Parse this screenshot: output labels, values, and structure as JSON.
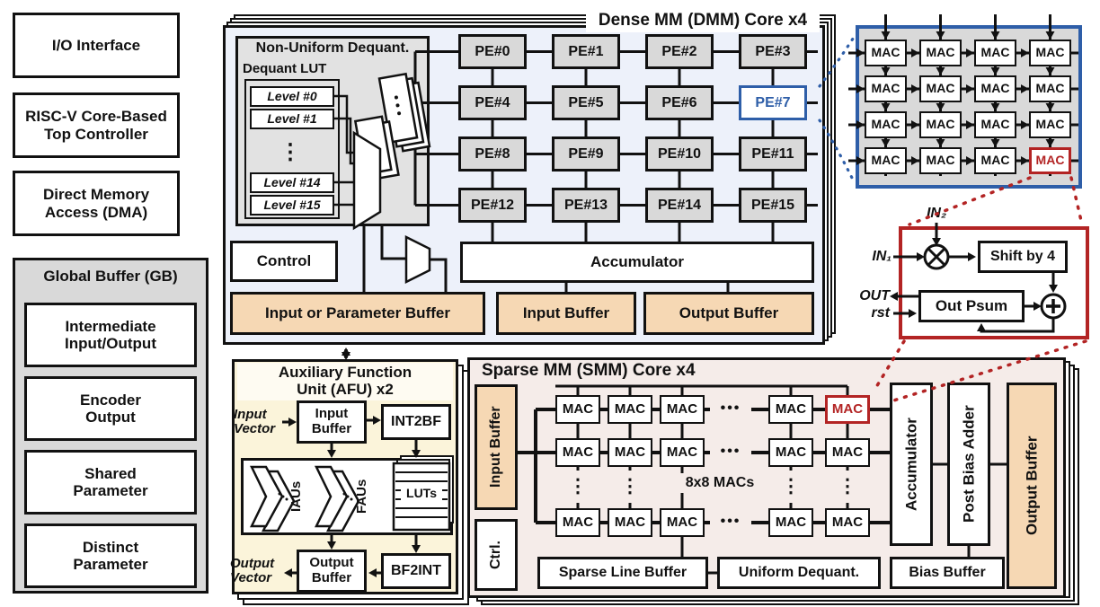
{
  "colors": {
    "accent_blue": "#2e5ea8",
    "accent_red": "#b32424",
    "buffer_orange": "#f6d8b4",
    "block_gray": "#d9d9d9",
    "dmm_bg": "#edf1fa",
    "afu_bg": "#fbf4da",
    "smm_bg": "#f5ece9",
    "line_black": "#111111"
  },
  "left_panel": {
    "io_interface": "I/O Interface",
    "riscv": "RISC-V Core-Based\nTop Controller",
    "dma": "Direct Memory\nAccess (DMA)",
    "global_buffer": {
      "title": "Global Buffer (GB)",
      "items": [
        "Intermediate\nInput/Output",
        "Encoder\nOutput",
        "Shared\nParameter",
        "Distinct\nParameter"
      ]
    }
  },
  "dmm_core": {
    "title": "Dense MM (DMM) Core x4",
    "non_uniform_dequant": {
      "title": "Non-Uniform Dequant.",
      "lut_title": "Dequant LUT",
      "levels": [
        "Level #0",
        "Level #1",
        "Level #14",
        "Level #15"
      ],
      "v_ellipsis": "⋮"
    },
    "pe_labels": [
      "PE#0",
      "PE#1",
      "PE#2",
      "PE#3",
      "PE#4",
      "PE#5",
      "PE#6",
      "PE#7",
      "PE#8",
      "PE#9",
      "PE#10",
      "PE#11",
      "PE#12",
      "PE#13",
      "PE#14",
      "PE#15"
    ],
    "highlighted_pe": "PE#7",
    "control": "Control",
    "accumulator": "Accumulator",
    "input_or_parameter_buffer": "Input or Parameter Buffer",
    "input_buffer": "Input Buffer",
    "output_buffer": "Output Buffer"
  },
  "mac_array": {
    "cell": "MAC",
    "rows": 4,
    "cols": 4,
    "highlighted": "bottom-right MAC"
  },
  "mac_detail": {
    "in1": "IN₁",
    "in2": "IN₂",
    "out": "OUT",
    "rst": "rst",
    "shift": "Shift by 4",
    "psum": "Out Psum"
  },
  "afu": {
    "title": "Auxiliary Function\nUnit (AFU) x2",
    "input_vector": "Input\nVector",
    "input_buffer": "Input\nBuffer",
    "int2bf": "INT2BF",
    "iaus": "IAUs",
    "faus": "FAUs",
    "luts": "LUTs",
    "bf2int": "BF2INT",
    "output_buffer": "Output\nBuffer",
    "output_vector": "Output\nVector"
  },
  "smm_core": {
    "title": "Sparse MM (SMM) Core x4",
    "input_buffer": "Input Buffer",
    "ctrl": "Ctrl.",
    "cell": "MAC",
    "macs_label": "8x8 MACs",
    "accumulator": "Accumulator",
    "post_bias_adder": "Post Bias Adder",
    "output_buffer": "Output Buffer",
    "sparse_line_buffer": "Sparse Line Buffer",
    "uniform_dequant": "Uniform Dequant.",
    "bias_buffer": "Bias Buffer",
    "h_ellipsis": "•••",
    "v_ellipsis": "⋮"
  }
}
